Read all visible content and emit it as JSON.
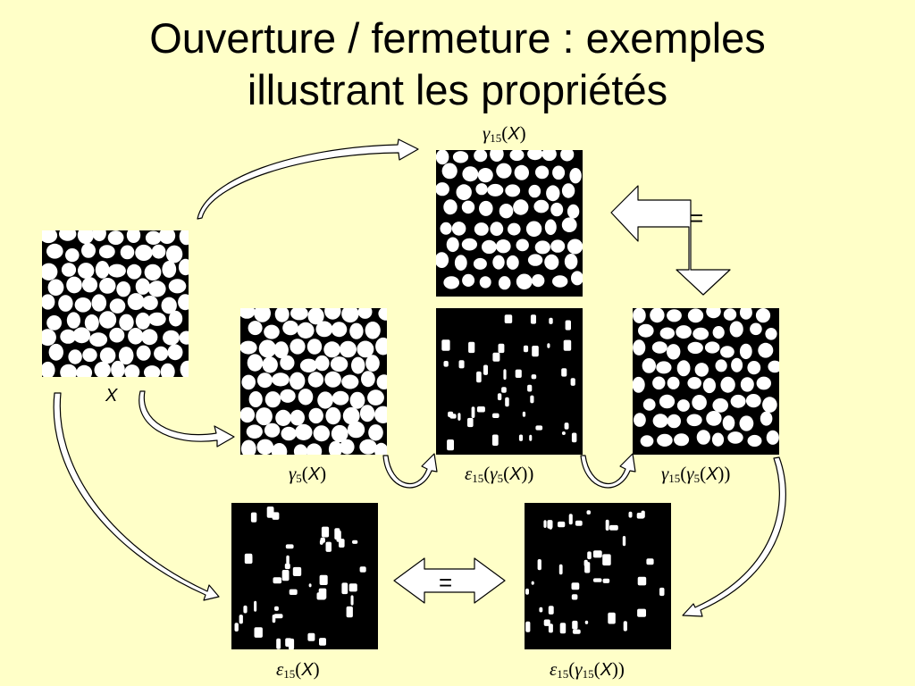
{
  "slide": {
    "title_line1": "Ouverture / fermeture : exemples",
    "title_line2": "illustrant les propriétés",
    "background": "#ffffc8"
  },
  "symbols": {
    "gamma": "γ",
    "epsilon": "ε",
    "x": "X",
    "equals": "="
  },
  "captions": {
    "x": {
      "main": "X"
    },
    "g15": {
      "sub": "15",
      "arg": "X"
    },
    "g5": {
      "sub": "5",
      "arg": "X"
    },
    "e15g5": {
      "sub1": "15",
      "sub2": "5",
      "arg": "X"
    },
    "g15g5": {
      "sub1": "15",
      "sub2": "5",
      "arg": "X"
    },
    "e15": {
      "sub": "15",
      "arg": "X"
    },
    "e15g15": {
      "sub1": "15",
      "sub2": "15",
      "arg": "X"
    }
  },
  "panels": [
    {
      "id": "X",
      "kind": "original"
    },
    {
      "id": "gamma15_X",
      "kind": "opening-large"
    },
    {
      "id": "gamma5_X",
      "kind": "opening-small"
    },
    {
      "id": "eps15_gamma5_X",
      "kind": "sparse"
    },
    {
      "id": "gamma15_gamma5_X",
      "kind": "opening-large"
    },
    {
      "id": "eps15_X",
      "kind": "sparse"
    },
    {
      "id": "eps15_gamma15_X",
      "kind": "sparse"
    }
  ]
}
